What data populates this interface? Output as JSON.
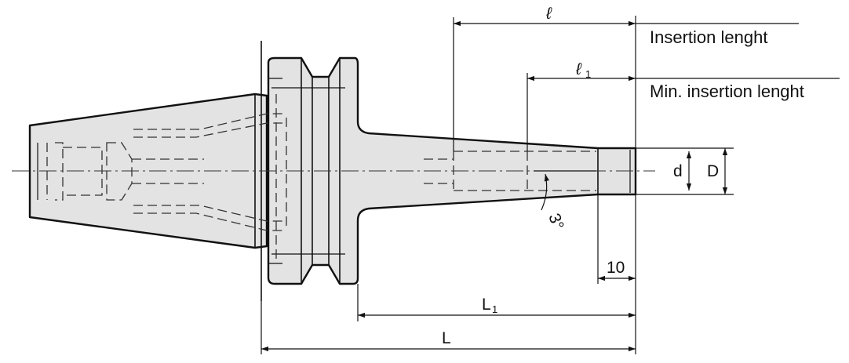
{
  "labels": {
    "insertion_length_symbol": "ℓ",
    "insertion_length_note": "Insertion lenght",
    "min_insertion_symbol": "ℓ",
    "min_insertion_subscript": "1",
    "min_insertion_note": "Min. insertion lenght",
    "inner_diameter": "d",
    "outer_diameter": "D",
    "taper_angle": "3°",
    "tip_length": "10",
    "shank_length_symbol": "L",
    "shank_length_subscript": "1",
    "total_length": "L"
  },
  "colors": {
    "body_fill": "#e3e3e3",
    "line": "#111111"
  }
}
